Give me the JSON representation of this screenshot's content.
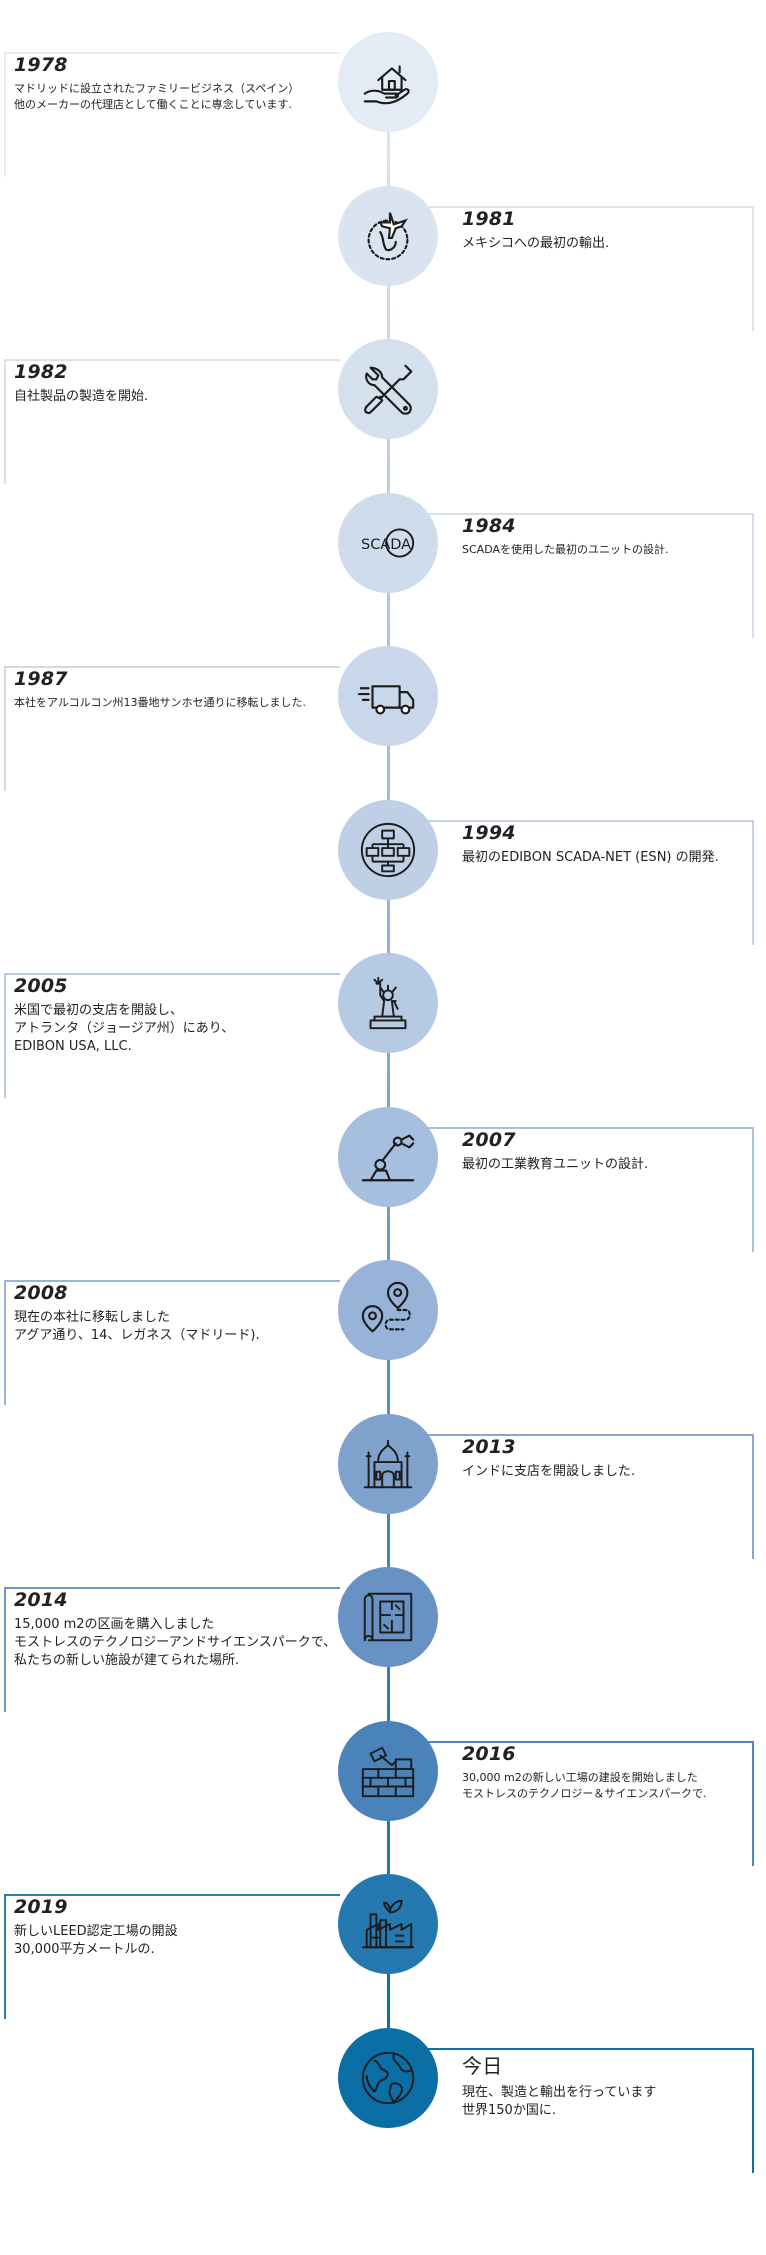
{
  "timeline": {
    "entries": [
      {
        "year": "1978",
        "side": "left",
        "icon": "house-in-hand-icon",
        "text_size": "small",
        "color": "#e3ebf4",
        "line_color": "#e6ecf3",
        "text": "マドリッドに設立されたファミリービジネス（スペイン）\n他のメーカーの代理店として働くことに専念しています."
      },
      {
        "year": "1981",
        "side": "right",
        "icon": "airplane-globe-icon",
        "text_size": "normal",
        "color": "#d9e4f0",
        "line_color": "#dbe4ee",
        "text": "メキシコへの最初の輸出."
      },
      {
        "year": "1982",
        "side": "left",
        "icon": "tools-icon",
        "text_size": "normal",
        "color": "#d5e0ee",
        "line_color": "#d8e2ed",
        "text": "自社製品の製造を開始."
      },
      {
        "year": "1984",
        "side": "right",
        "icon": "scada-logo-icon",
        "logo_text": "SCADA",
        "text_size": "small",
        "color": "#cfdcec",
        "line_color": "#d3dfec",
        "text": "SCADAを使用した最初のユニットの設計."
      },
      {
        "year": "1987",
        "side": "left",
        "icon": "delivery-truck-icon",
        "text_size": "small",
        "color": "#c8d7ea",
        "line_color": "#ccdaea",
        "text": "本社をアルコルコン州13番地サンホセ通りに移転しました."
      },
      {
        "year": "1994",
        "side": "right",
        "icon": "network-diagram-icon",
        "text_size": "normal",
        "color": "#bfd0e6",
        "line_color": "#c3d3e7",
        "text": "最初のEDIBON SCADA-NET (ESN) の開発."
      },
      {
        "year": "2005",
        "side": "left",
        "icon": "statue-of-liberty-icon",
        "text_size": "normal",
        "color": "#b6cae3",
        "line_color": "#b8cbe3",
        "text": "米国で最初の支店を開設し、\nアトランタ（ジョージア州）にあり、\nEDIBON USA, LLC."
      },
      {
        "year": "2007",
        "side": "right",
        "icon": "robotic-arm-icon",
        "text_size": "normal",
        "color": "#a7bfde",
        "line_color": "#aac1de",
        "text": "最初の工業教育ユニットの設計."
      },
      {
        "year": "2008",
        "side": "left",
        "icon": "route-map-icon",
        "text_size": "normal",
        "color": "#97b3d7",
        "line_color": "#9ab5d8",
        "text": "現在の本社に移転しました\nアグア通り、14、レガネス（マドリード)."
      },
      {
        "year": "2013",
        "side": "right",
        "icon": "taj-mahal-icon",
        "text_size": "normal",
        "color": "#7fa2cc",
        "line_color": "#86a7cf",
        "text": "インドに支店を開設しました."
      },
      {
        "year": "2014",
        "side": "left",
        "icon": "floor-plan-icon",
        "text_size": "normal",
        "color": "#6792c3",
        "line_color": "#6e96c4",
        "text": "15,000 m2の区画を購入しました\nモストレスのテクノロジーアンドサイエンスパークで、\n私たちの新しい施設が建てられた場所."
      },
      {
        "year": "2016",
        "side": "right",
        "icon": "brick-wall-icon",
        "text_size": "small",
        "color": "#4a83ba",
        "line_color": "#4f87bb",
        "text": "30,000 m2の新しい工場の建設を開始しました\nモストレスのテクノロジー＆サイエンスパークで."
      },
      {
        "year": "2019",
        "side": "left",
        "icon": "green-factory-icon",
        "text_size": "normal",
        "color": "#2679b0",
        "line_color": "#2b7cb2",
        "text": "新しいLEED認定工場の開設\n30,000平方メートルの."
      },
      {
        "year": "今日",
        "side": "right",
        "icon": "earth-globe-icon",
        "text_size": "normal",
        "color": "#0b6fa5",
        "line_color": "#0e72a7",
        "plain": true,
        "text": "現在、製造と輸出を行っています\n世界150か国に."
      }
    ]
  }
}
